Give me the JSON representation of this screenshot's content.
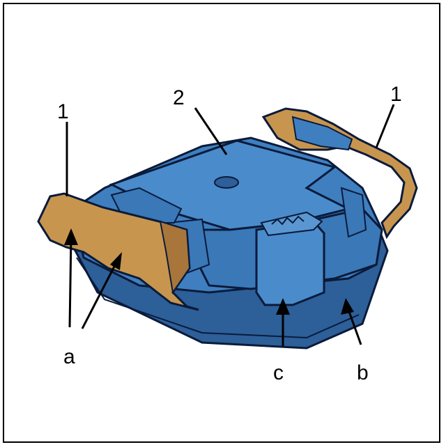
{
  "labels": {
    "item_1_left": "1",
    "item_1_right": "1",
    "item_2": "2",
    "a": "a",
    "b": "b",
    "c": "c"
  },
  "colors": {
    "body": "#3f7fc0",
    "body_dark": "#2d5f99",
    "body_light": "#5a97d2",
    "tape": "#c8954e",
    "tape_dark": "#a8763a",
    "outline": "#0a1b3a"
  }
}
